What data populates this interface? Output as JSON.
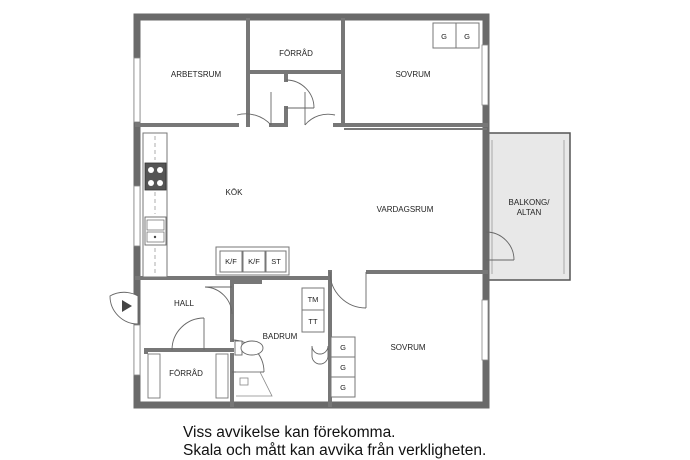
{
  "rooms": {
    "arbetsrum": "ARBETSRUM",
    "forrad_top": "FÖRRÅD",
    "sovrum_top": "SOVRUM",
    "kok": "KÖK",
    "vardagsrum": "VARDAGSRUM",
    "balkong_line1": "BALKONG/",
    "balkong_line2": "ALTAN",
    "hall": "HALL",
    "badrum": "BADRUM",
    "sovrum_bottom": "SOVRUM",
    "forrad_bottom": "FÖRRÅD"
  },
  "fixtures": {
    "wardrobe": "G",
    "fridge_freezer": "K/F",
    "storage": "ST",
    "washer": "TM",
    "dryer": "TT"
  },
  "disclaimer": {
    "line1": "Viss avvikelse kan förekomma.",
    "line2": "Skala och mått kan avvika från verkligheten."
  }
}
